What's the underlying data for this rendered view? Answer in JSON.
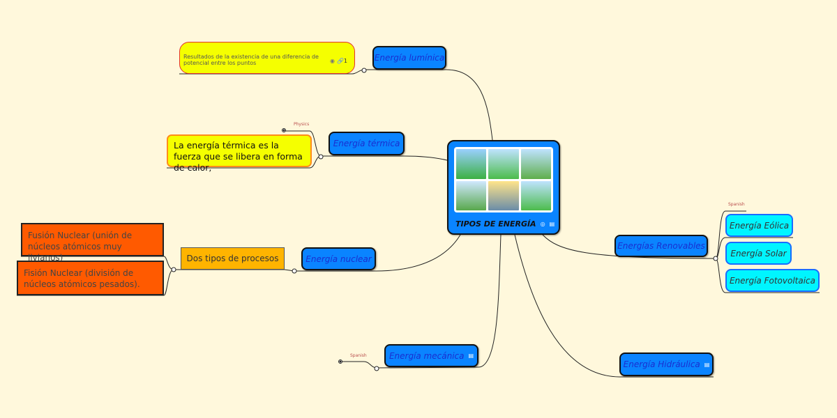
{
  "center": {
    "title": "TIPOS DE ENERGÍA",
    "icons": [
      "globe-icon",
      "note-icon"
    ]
  },
  "branches": {
    "luminica": {
      "label": "Energía lumínica",
      "note": "Resultados de la existencia de una diferencia de potencial entre los puntos",
      "link_count": "1"
    },
    "termica": {
      "label": "Energía térmica",
      "tag": "Physics",
      "note": "La energía térmica es la fuerza que se libera en forma de calor,"
    },
    "nuclear": {
      "label": "Energía nuclear",
      "child": "Dos tipos de procesos",
      "fusion": "Fusión Nuclear (unión de núcleos atómicos muy livianos)",
      "fision": "Fisión Nuclear (división de núcleos atómicos pesados)."
    },
    "mecanica": {
      "label": "Energía mecánica",
      "tag": "Spanish"
    },
    "renovables": {
      "label": "Energías Renovables",
      "tag": "Spanish",
      "children": [
        "Energía Eólica",
        "Energía Solar",
        "Energía Fotovoltaica"
      ]
    },
    "hidraulica": {
      "label": "Energía Hidráulica"
    }
  },
  "colors": {
    "main": "#0a84ff",
    "sub": "#00f5ff",
    "note_yellow": "#f5ff00",
    "orange": "#ffb400",
    "red_orange": "#ff5a00"
  }
}
